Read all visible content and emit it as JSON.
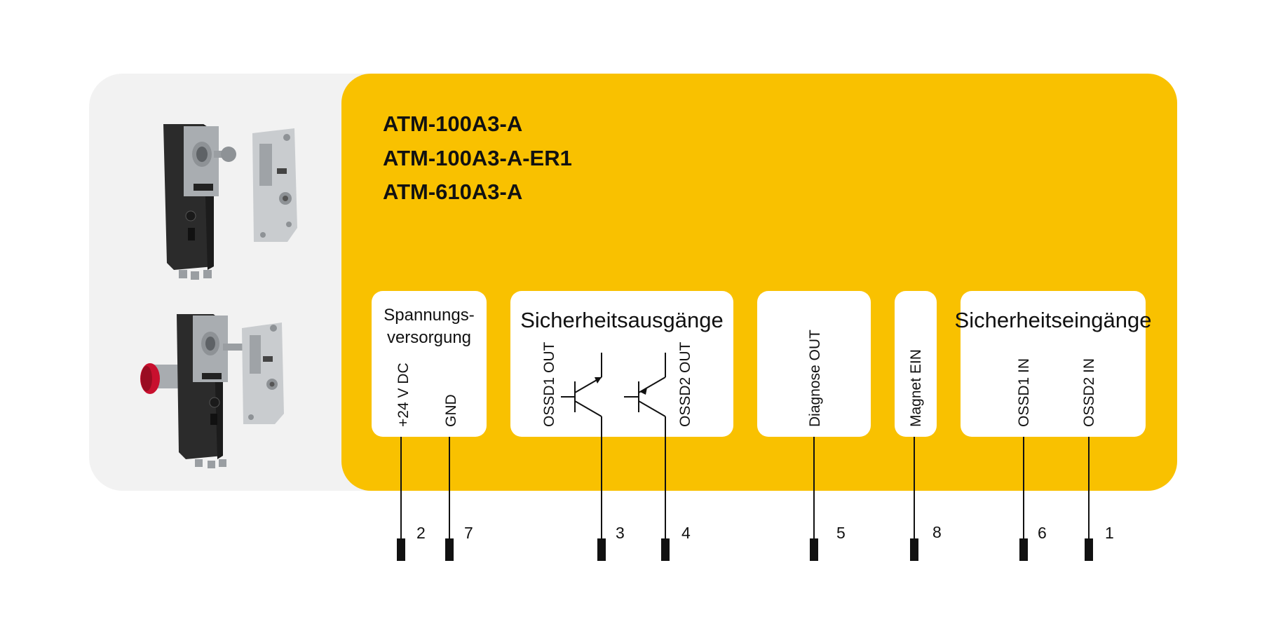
{
  "titles": [
    "ATM-100A3-A",
    "ATM-100A3-A-ER1",
    "ATM-610A3-A"
  ],
  "colors": {
    "panel_yellow": "#F9C100",
    "panel_grey": "#F2F2F2",
    "box_white": "#FFFFFF",
    "ink": "#111111",
    "product_dark": "#2B2B2B",
    "product_metal": "#B8BBBE",
    "estop_red": "#C8102E"
  },
  "groups": {
    "power": {
      "header_line1": "Spannungs-",
      "header_line2": "versorgung",
      "signals": [
        "+24 V DC",
        "GND"
      ]
    },
    "safety_out": {
      "header": "Sicherheitsausgänge",
      "signals": [
        "OSSD1 OUT",
        "OSSD2 OUT"
      ]
    },
    "diag": {
      "signal": "Diagnose OUT"
    },
    "magnet": {
      "signal": "Magnet EIN"
    },
    "safety_in": {
      "header": "Sicherheitseingänge",
      "signals": [
        "OSSD1 IN",
        "OSSD2 IN"
      ]
    }
  },
  "pins": [
    "2",
    "7",
    "3",
    "4",
    "5",
    "8",
    "6",
    "1"
  ],
  "products": [
    {
      "name": "safety-switch-with-actuator",
      "icon": "door-lock-switch"
    },
    {
      "name": "safety-switch-with-escape-release",
      "icon": "door-lock-switch-red-knob"
    }
  ]
}
